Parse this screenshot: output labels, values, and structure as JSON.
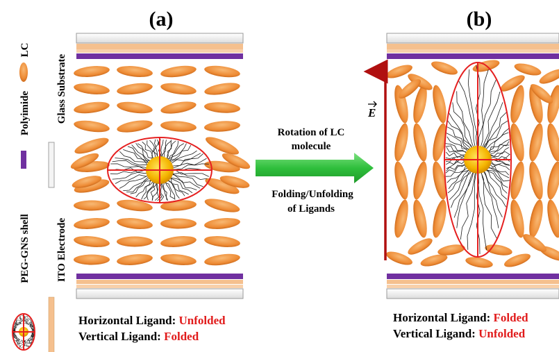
{
  "panels": {
    "a": {
      "label": "(a)",
      "caption_key": "Horizontal Ligand:",
      "caption_val": "Unfolded",
      "caption2_key": "Vertical Ligand:",
      "caption2_val": "Folded"
    },
    "b": {
      "label": "(b)",
      "caption_key": "Horizontal Ligand:",
      "caption_val": "Folded",
      "caption2_key": "Vertical Ligand:",
      "caption2_val": "Unfolded"
    }
  },
  "process": {
    "line1": "Rotation of LC",
    "line2": "molecule",
    "line3": "Folding/Unfolding",
    "line4": "of  Ligands"
  },
  "field": {
    "symbol": "E"
  },
  "legend": {
    "lc": "LC",
    "polyimide": "Polyimide",
    "glass": "Glass Substrate",
    "peg": "PEG-GNS shell",
    "ito": "ITO Electrode"
  },
  "colors": {
    "lc": "#f0923c",
    "lc_dark": "#c4661c",
    "polyimide": "#7030a0",
    "ito": "#f5c08e",
    "glass": "#f2f2f2",
    "arrow_green": "#3cc44a",
    "field_arrow": "#b01010",
    "shell": "#e52020",
    "gold": "#f6b800",
    "highlight": "#e11b1b"
  }
}
